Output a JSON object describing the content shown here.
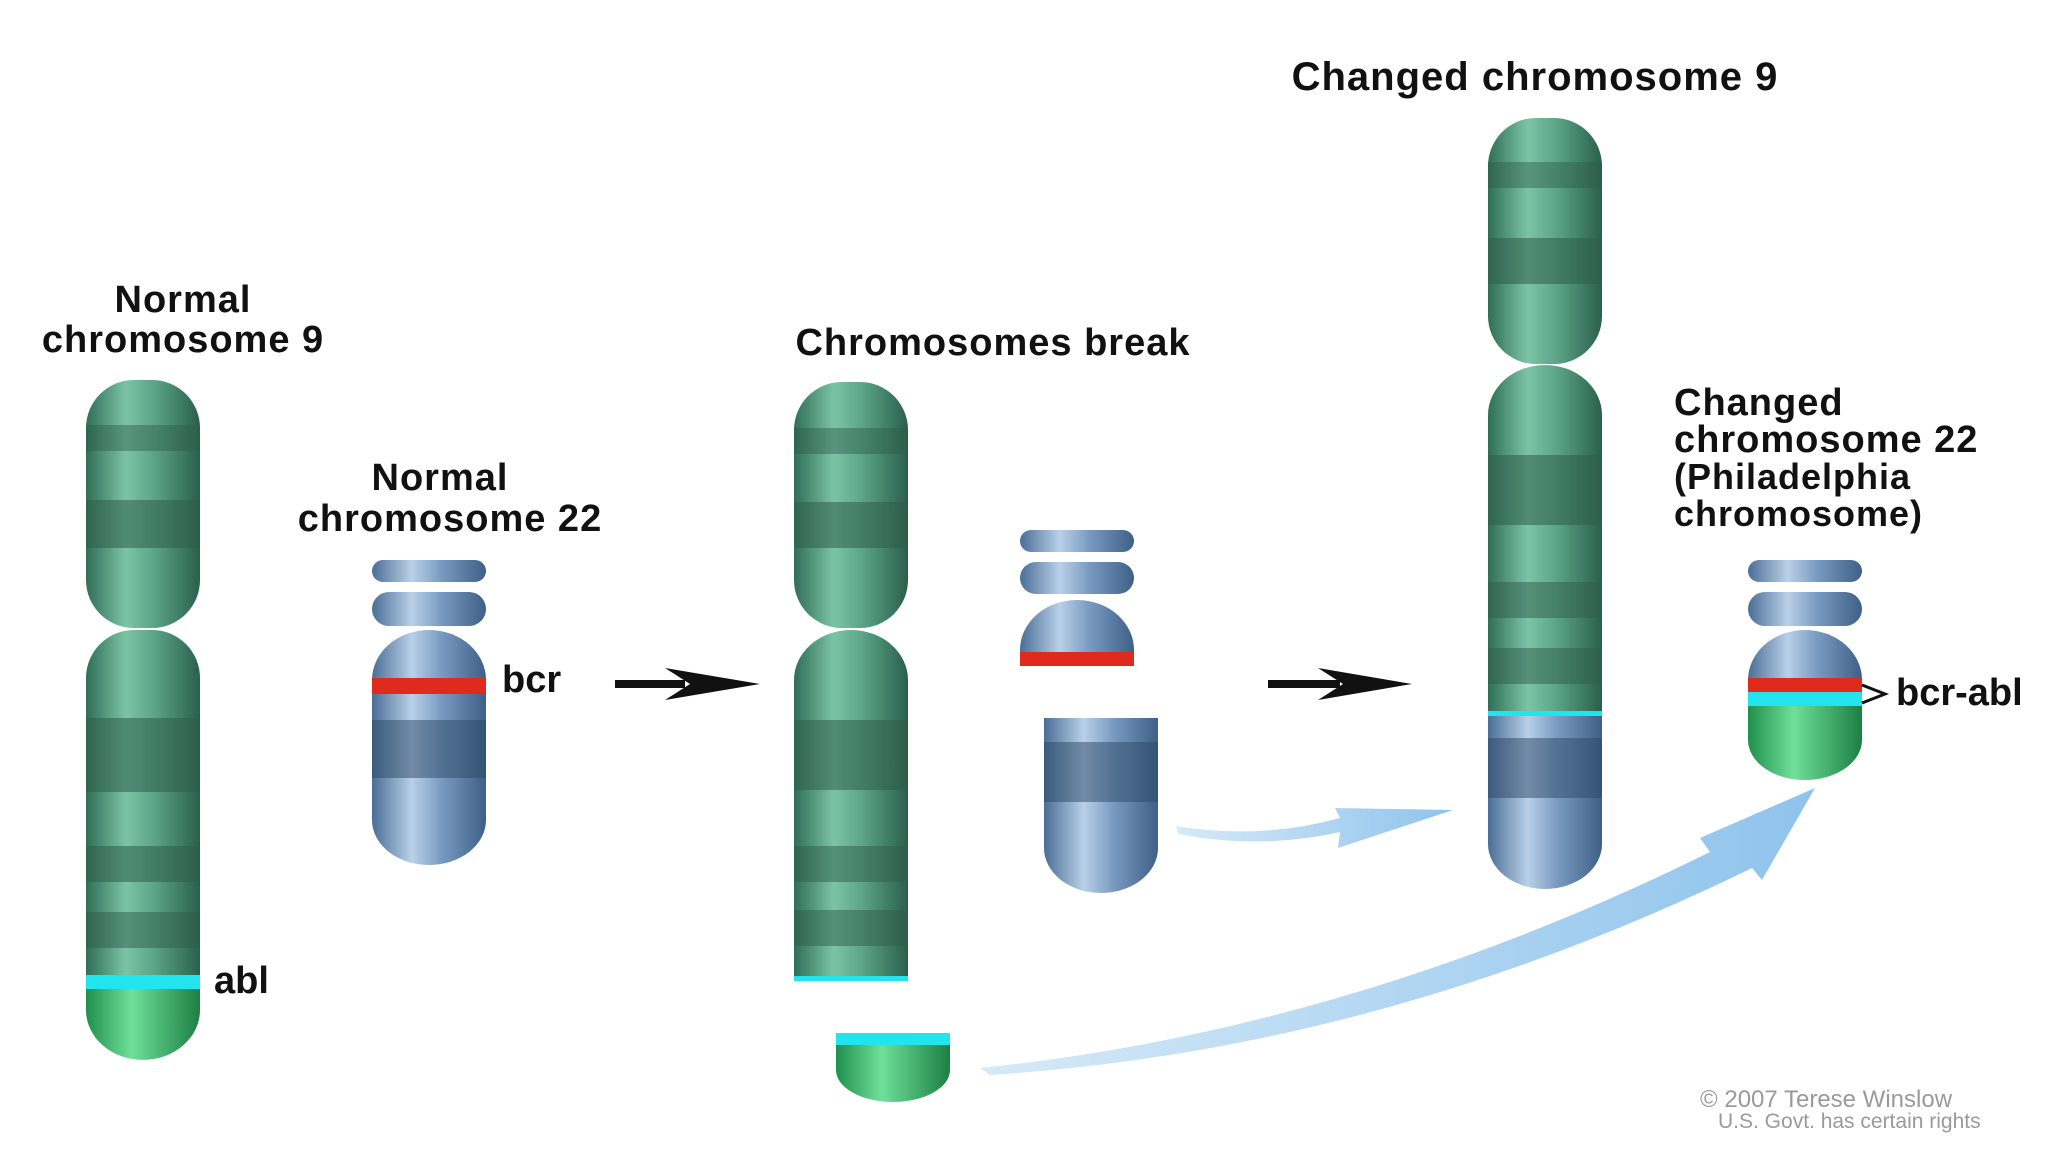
{
  "colors": {
    "chromosome_9_green": "#4f9a7e",
    "chromosome_22_blue": "#6f93b8",
    "bcr_red": "#e02a1e",
    "abl_cyan": "#22e4ec",
    "abl_segment_green": "#3fbf6c",
    "arrow_black": "#111111",
    "arrow_lightblue": "#a9d1f0"
  },
  "labels": {
    "normal_chr9": [
      "Normal",
      "chromosome 9"
    ],
    "normal_chr22": [
      "Normal",
      "chromosome 22"
    ],
    "break": "Chromosomes break",
    "changed_chr9": "Changed chromosome 9",
    "changed_chr22": [
      "Changed",
      "chromosome 22",
      "(Philadelphia",
      "chromosome)"
    ]
  },
  "genes": {
    "bcr": "bcr",
    "abl": "abl",
    "fusion": "bcr-abl"
  },
  "credit": [
    "© 2007 Terese Winslow",
    "U.S. Govt. has certain rights"
  ]
}
